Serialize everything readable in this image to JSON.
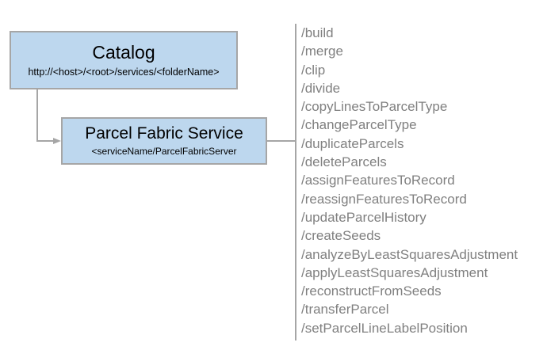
{
  "diagram": {
    "type": "architecture-diagram",
    "nodes": [
      {
        "id": "catalog",
        "title": "Catalog",
        "subtitle": "http://<host>/<root>/services/<folderName>"
      },
      {
        "id": "parcel-fabric-service",
        "title": "Parcel Fabric Service",
        "subtitle": "<serviceName/ParcelFabricServer"
      }
    ],
    "operations": [
      "/build",
      "/merge",
      "/clip",
      "/divide",
      "/copyLinesToParcelType",
      "/changeParcelType",
      "/duplicateParcels",
      "/deleteParcels",
      "/assignFeaturesToRecord",
      "/reassignFeaturesToRecord",
      "/updateParcelHistory",
      "/createSeeds",
      "/analyzeByLeastSquaresAdjustment",
      "/applyLeastSquaresAdjustment",
      "/reconstructFromSeeds",
      "/transferParcel",
      "/setParcelLineLabelPosition"
    ],
    "colors": {
      "node_fill": "#bdd7ee",
      "node_border": "#a6a6a6",
      "connector": "#a6a6a6",
      "operation_text": "#808080",
      "node_text": "#000000",
      "background": "#ffffff"
    }
  }
}
